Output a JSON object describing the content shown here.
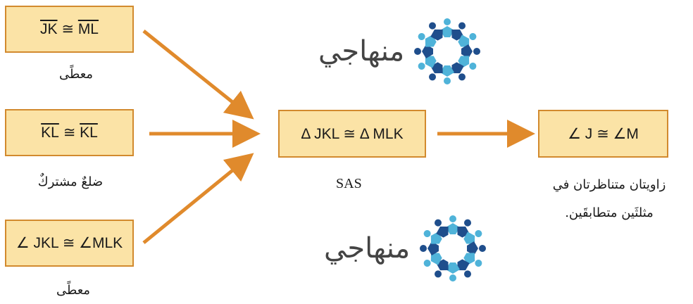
{
  "box1": {
    "left": "JK",
    "op": "≅",
    "right": "ML"
  },
  "box2": {
    "left": "KL",
    "op": "≅",
    "right": "KL"
  },
  "box3": {
    "text": "∠ JKL ≅ ∠MLK"
  },
  "box_center": {
    "text": "Δ JKL ≅ Δ MLK"
  },
  "box_right": {
    "text": "∠ J  ≅ ∠M"
  },
  "captions": {
    "given_1": "معطًى",
    "common_side": "ضلعٌ مشتركٌ",
    "given_2": "معطًى",
    "sas": "SAS",
    "result_line1": "زاويتان متناظرتان في",
    "result_line2": "مثلثَين متطابقَين."
  },
  "watermark": {
    "text": "منهاجي"
  },
  "colors": {
    "box_fill": "#fbe3a6",
    "box_border": "#d28a2e",
    "arrow": "#e08a2c",
    "logo_dark": "#1f4e8c",
    "logo_light": "#4fb3d9"
  }
}
